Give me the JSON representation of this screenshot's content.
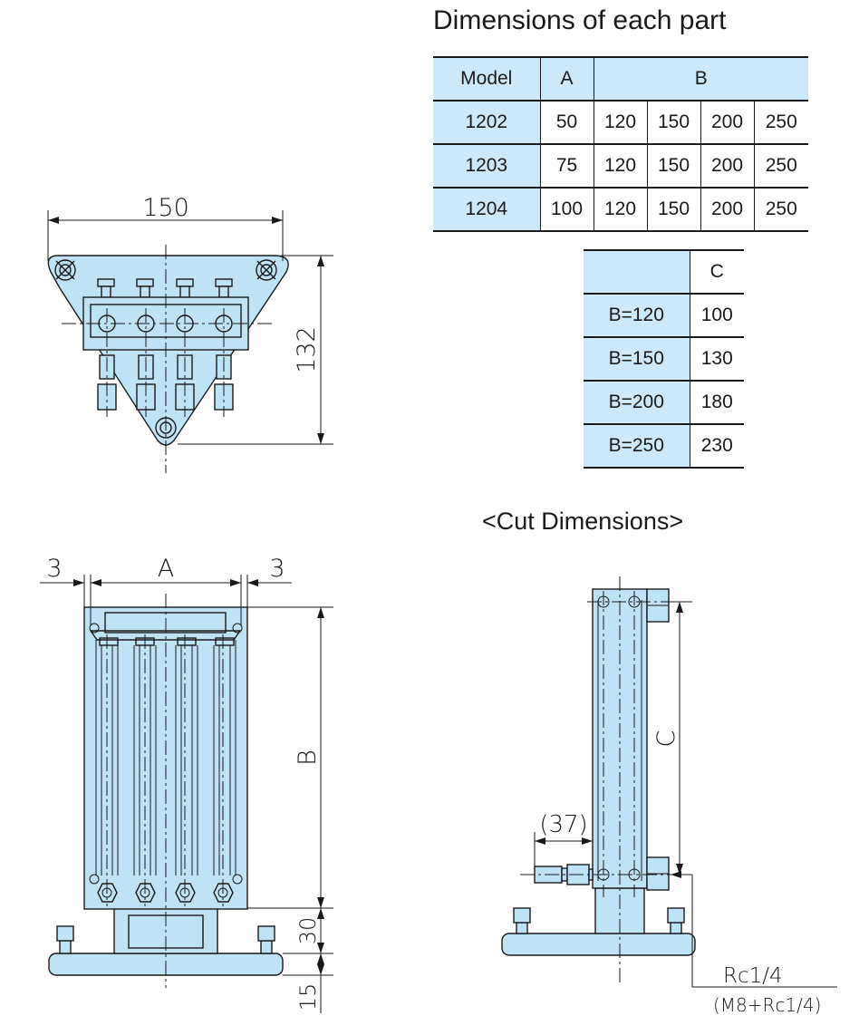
{
  "titles": {
    "dimensions": "Dimensions of each part",
    "cut": "<Cut Dimensions>"
  },
  "table1": {
    "headers": [
      "Model",
      "A",
      "B"
    ],
    "rows": [
      {
        "model": "1202",
        "a": "50",
        "b": [
          "120",
          "150",
          "200",
          "250"
        ]
      },
      {
        "model": "1203",
        "a": "75",
        "b": [
          "120",
          "150",
          "200",
          "250"
        ]
      },
      {
        "model": "1204",
        "a": "100",
        "b": [
          "120",
          "150",
          "200",
          "250"
        ]
      }
    ]
  },
  "table2": {
    "headers": [
      "",
      "C"
    ],
    "rows": [
      {
        "b": "B=120",
        "c": "100"
      },
      {
        "b": "B=150",
        "c": "130"
      },
      {
        "b": "B=200",
        "c": "180"
      },
      {
        "b": "B=250",
        "c": "230"
      }
    ]
  },
  "labels": {
    "width_150": "150",
    "height_132": "132",
    "gap_left": "3",
    "gap_right": "3",
    "dim_a": "A",
    "dim_b": "B",
    "dim_30": "30",
    "dim_15": "15",
    "dim_c": "C",
    "dim_37": "(37)",
    "port_rc": "Rc1/4",
    "port_m8": "(M8+Rc1/4)"
  },
  "colors": {
    "fill": "#bfe3f6",
    "table_highlight": "#cce9fb",
    "line": "#1a1a1a"
  }
}
